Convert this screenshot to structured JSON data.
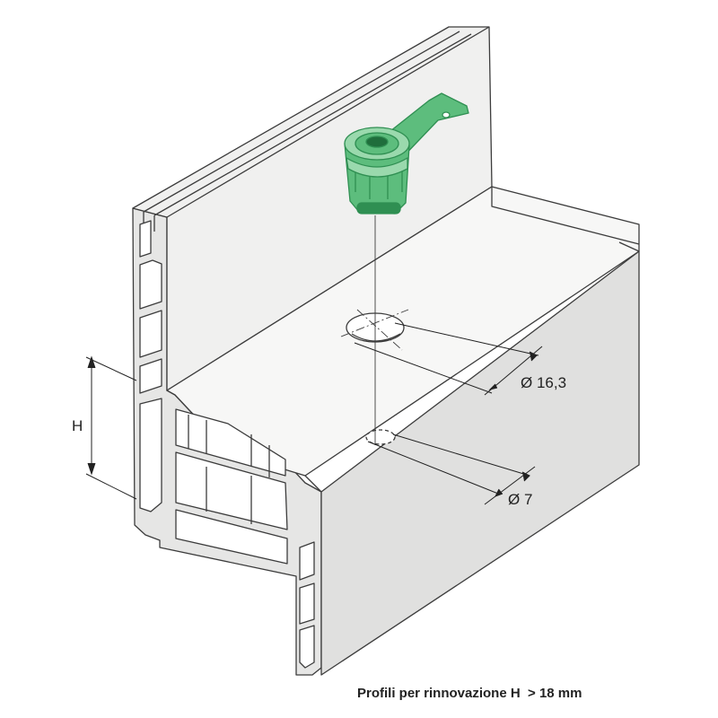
{
  "labels": {
    "height": "H",
    "hole_large": "Ø 16,3",
    "hole_small": "Ø 7"
  },
  "caption": "Profili per rinnovazione H  > 18 mm",
  "colors": {
    "profile_light": "#f0f0ef",
    "profile_shade": "#e6e6e5",
    "profile_dark": "#d9d9d8",
    "line": "#3c3c3c",
    "part": "#5dbd7d",
    "part_dark": "#2f8f52",
    "part_light": "#9ad9ad"
  }
}
